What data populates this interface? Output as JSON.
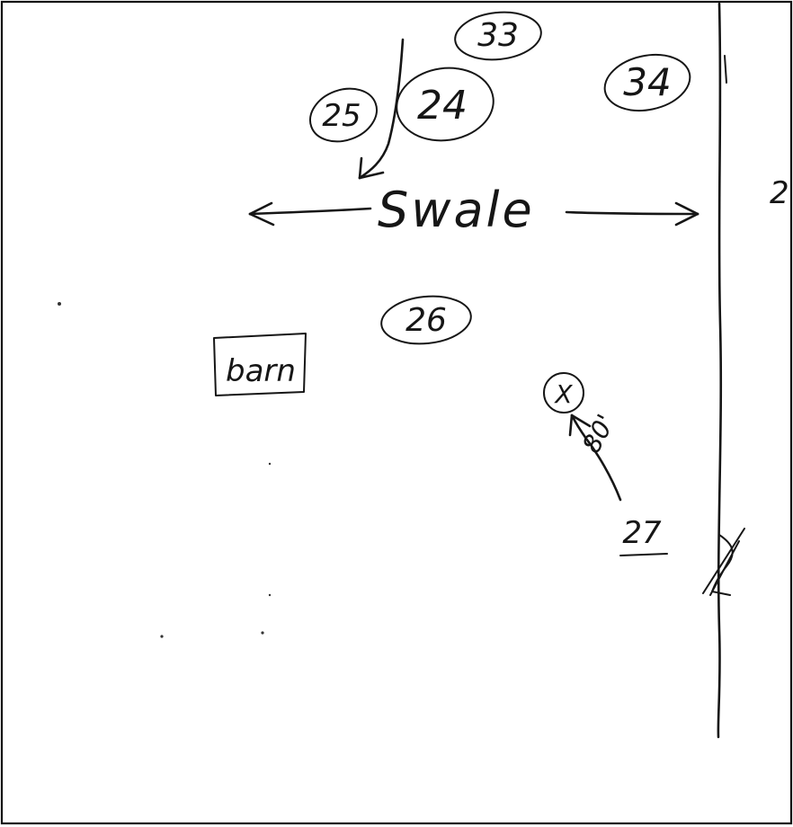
{
  "sketch": {
    "labels": {
      "swale": "Swale",
      "barn": "barn",
      "tree_marker": "X",
      "distance": "80'",
      "point_27": "27",
      "edge_fragment": "2"
    },
    "circled_numbers": {
      "n33": "33",
      "n34": "34",
      "n25": "25",
      "n24": "24",
      "n26": "26"
    }
  }
}
